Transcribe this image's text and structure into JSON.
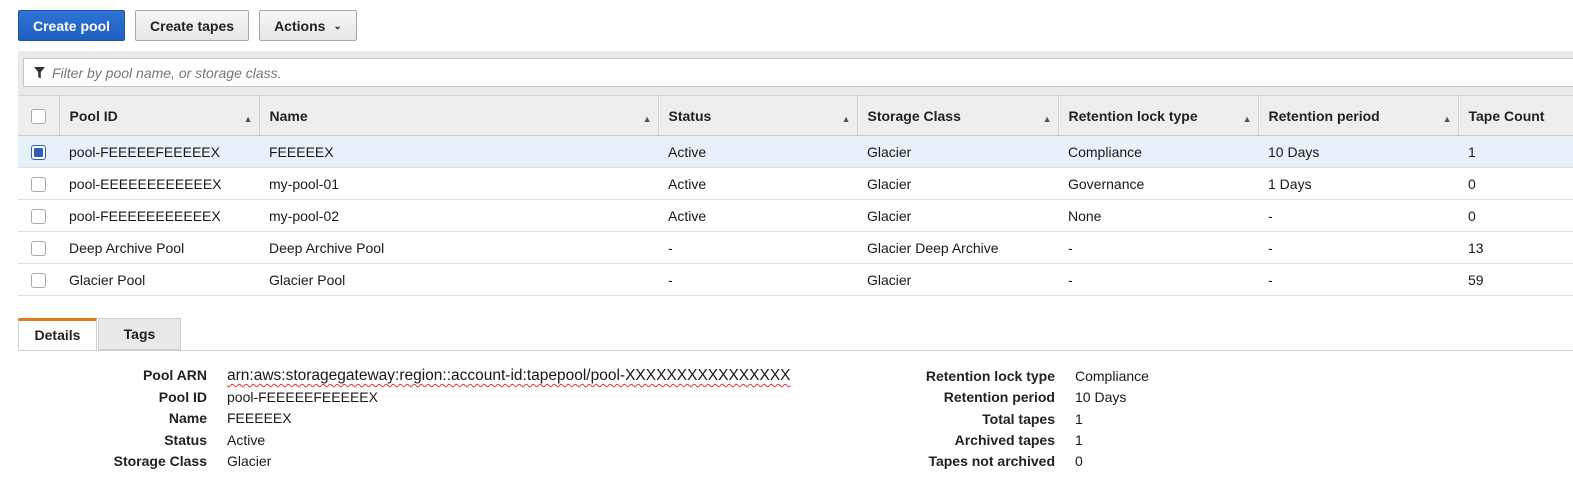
{
  "toolbar": {
    "create_pool_label": "Create pool",
    "create_tapes_label": "Create tapes",
    "actions_label": "Actions"
  },
  "filter": {
    "placeholder": "Filter by pool name, or storage class."
  },
  "table": {
    "headers": {
      "pool_id": "Pool ID",
      "name": "Name",
      "status": "Status",
      "storage_class": "Storage Class",
      "retention_lock_type": "Retention lock type",
      "retention_period": "Retention period",
      "tape_count": "Tape Count"
    },
    "rows": [
      {
        "selected": true,
        "pool_id": "pool-FEEEEEFEEEEEX",
        "name": "FEEEEEX",
        "status": "Active",
        "storage_class": "Glacier",
        "retention_lock_type": "Compliance",
        "retention_period": "10 Days",
        "tape_count": "1"
      },
      {
        "selected": false,
        "pool_id": "pool-EEEEEEEEEEEEX",
        "name": "my-pool-01",
        "status": "Active",
        "storage_class": "Glacier",
        "retention_lock_type": "Governance",
        "retention_period": "1 Days",
        "tape_count": "0"
      },
      {
        "selected": false,
        "pool_id": "pool-FEEEEEEEEEEEX",
        "name": "my-pool-02",
        "status": "Active",
        "storage_class": "Glacier",
        "retention_lock_type": "None",
        "retention_period": "-",
        "tape_count": "0"
      },
      {
        "selected": false,
        "pool_id": "Deep Archive Pool",
        "name": "Deep Archive Pool",
        "status": "-",
        "storage_class": "Glacier Deep Archive",
        "retention_lock_type": "-",
        "retention_period": "-",
        "tape_count": "13"
      },
      {
        "selected": false,
        "pool_id": "Glacier Pool",
        "name": "Glacier Pool",
        "status": "-",
        "storage_class": "Glacier",
        "retention_lock_type": "-",
        "retention_period": "-",
        "tape_count": "59"
      }
    ]
  },
  "tabs": {
    "details": "Details",
    "tags": "Tags"
  },
  "details": {
    "pool_arn_label": "Pool ARN",
    "pool_arn_value": "arn:aws:storagegateway:region::account-id:tapepool/pool-XXXXXXXXXXXXXXXX",
    "pool_id_label": "Pool ID",
    "pool_id_value": "pool-FEEEEEFEEEEEX",
    "name_label": "Name",
    "name_value": "FEEEEEX",
    "status_label": "Status",
    "status_value": "Active",
    "storage_class_label": "Storage Class",
    "storage_class_value": "Glacier",
    "retention_lock_type_label": "Retention lock type",
    "retention_lock_type_value": "Compliance",
    "retention_period_label": "Retention period",
    "retention_period_value": "10 Days",
    "total_tapes_label": "Total tapes",
    "total_tapes_value": "1",
    "archived_tapes_label": "Archived tapes",
    "archived_tapes_value": "1",
    "tapes_not_archived_label": "Tapes not archived",
    "tapes_not_archived_value": "0"
  },
  "colors": {
    "primary_button": "#1f5fbf",
    "selected_row": "#e8f1fa",
    "active_tab_accent": "#e07a1f"
  },
  "icons": {
    "filter": "filter-funnel-icon",
    "actions_dropdown": "chevron-down-icon",
    "sort": "sort-ascending-icon"
  }
}
